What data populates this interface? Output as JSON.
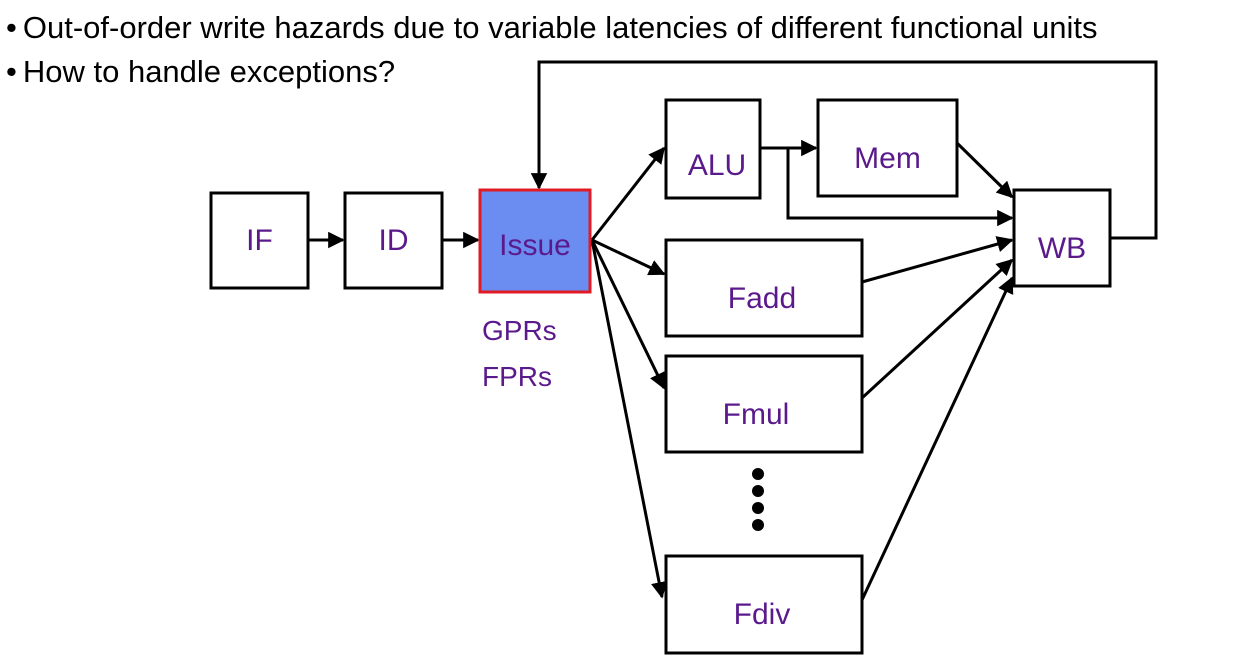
{
  "bullets": [
    "Out-of-order write hazards due to variable latencies of different functional units",
    "How to handle exceptions?"
  ],
  "stages": {
    "if": "IF",
    "id": "ID",
    "issue": "Issue",
    "alu": "ALU",
    "mem": "Mem",
    "fadd": "Fadd",
    "fmul": "Fmul",
    "fdiv": "Fdiv",
    "wb": "WB"
  },
  "registers": [
    "GPRs",
    "FPRs"
  ],
  "colors": {
    "label_text": "#5b1a8c",
    "issue_fill": "#6b8cf0",
    "issue_border": "#e01b24",
    "box_border": "#000000"
  }
}
